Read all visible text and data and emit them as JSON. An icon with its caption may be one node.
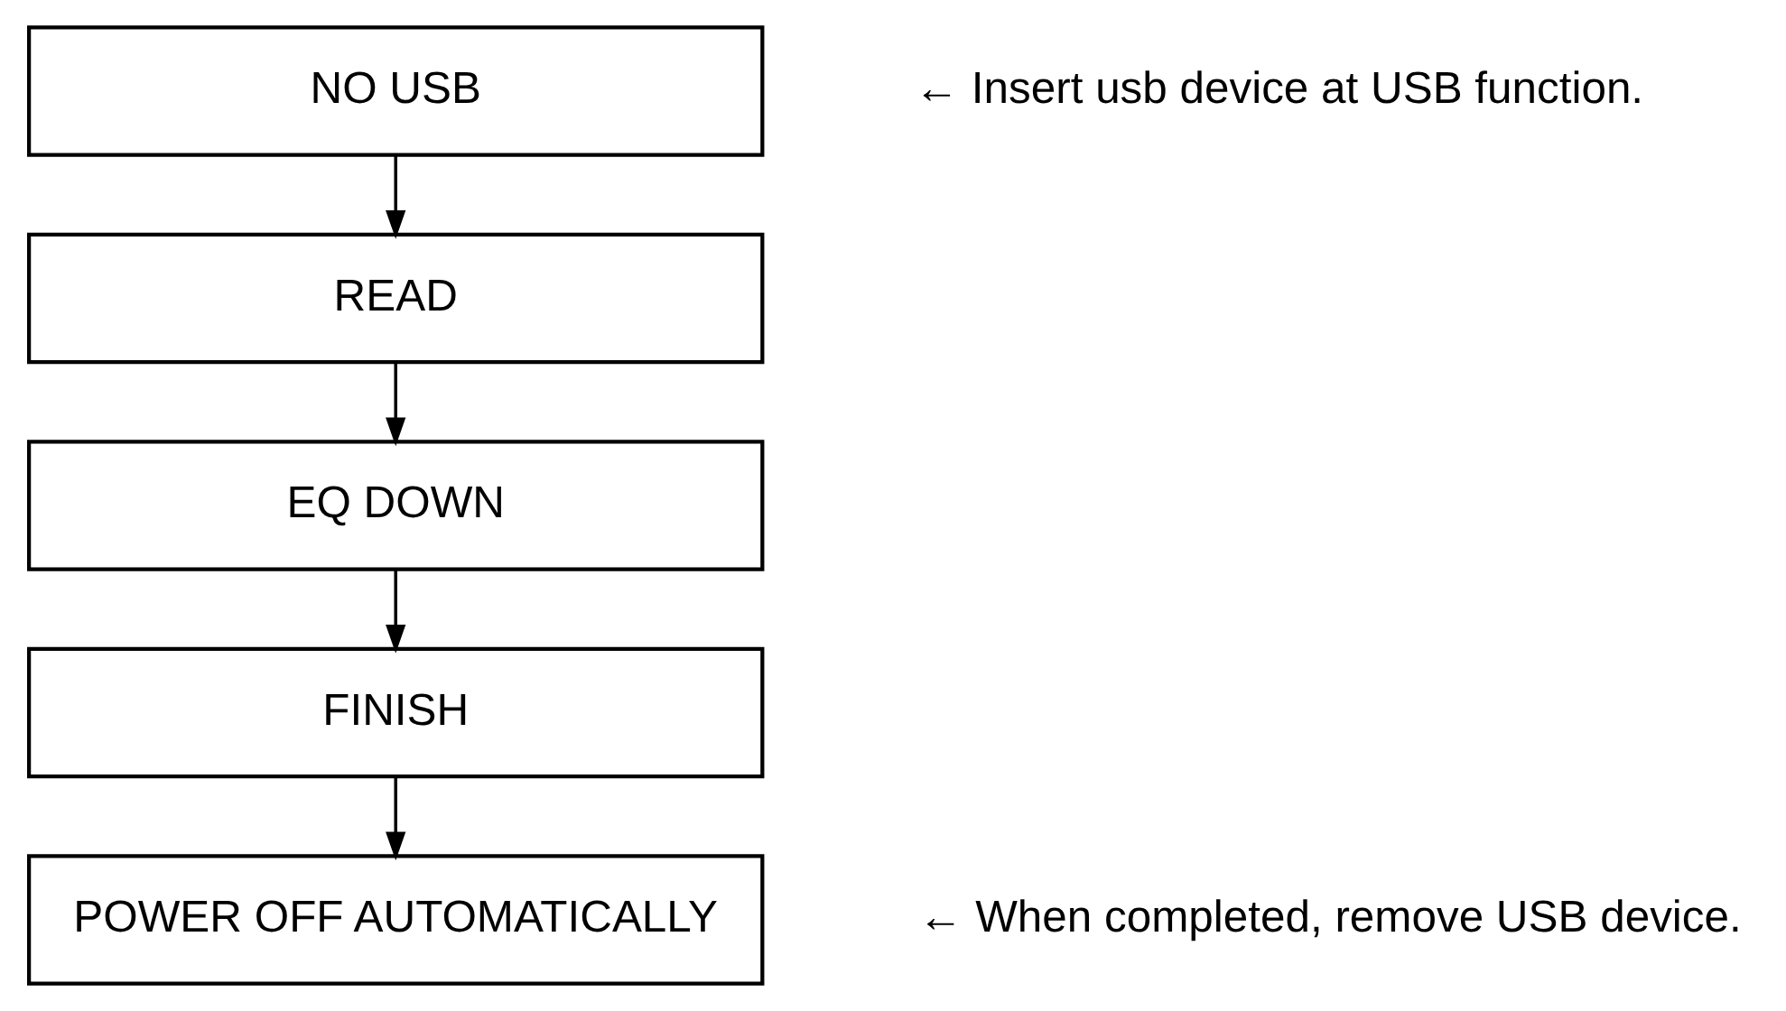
{
  "diagram": {
    "nodes": [
      {
        "text": [
          "NO USB"
        ]
      },
      {
        "text": [
          "READ"
        ]
      },
      {
        "text": [
          "EQ DOWN"
        ]
      },
      {
        "text": [
          "FINISH"
        ]
      },
      {
        "text": [
          "POWER OFF AUTOMATICALLY"
        ],
        "beside": [
          "← When completed, remove USB device."
        ]
      }
    ],
    "edges": [
      {
        "from": 0,
        "to": 1,
        "arrow": "to"
      },
      {
        "from": 1,
        "to": 2,
        "arrow": "to"
      },
      {
        "from": 2,
        "to": 3,
        "arrow": "to"
      },
      {
        "from": 3,
        "to": 4,
        "arrow": "to"
      }
    ],
    "labels": [
      "← Insert usb device at USB function."
    ]
  }
}
